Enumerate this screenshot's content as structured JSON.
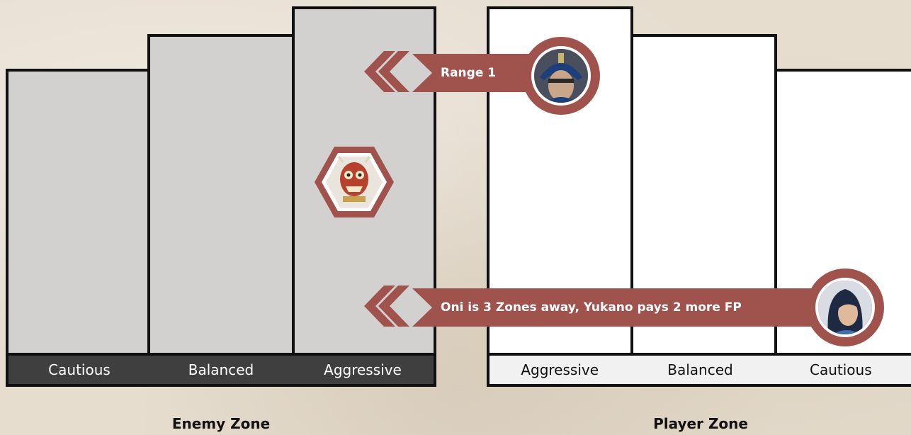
{
  "enemy_zone": {
    "title": "Enemy Zone",
    "columns": [
      "Cautious",
      "Balanced",
      "Aggressive"
    ]
  },
  "player_zone": {
    "title": "Player Zone",
    "columns": [
      "Aggressive",
      "Balanced",
      "Cautious"
    ]
  },
  "callouts": {
    "range": "Range 1",
    "distance": "Oni is 3 Zones away, Yukano pays 2 more FP"
  },
  "tokens": {
    "enemy": "oni-hexagon-token",
    "player_1": "samurai-portrait-token",
    "player_2": "yukano-portrait-token"
  },
  "colors": {
    "accent": "#a0524d",
    "enemy_column": "#d3d1cf",
    "enemy_label_bar": "#3f3f3f",
    "player_column": "#ffffff",
    "player_label_bar": "#f1f1f1"
  }
}
